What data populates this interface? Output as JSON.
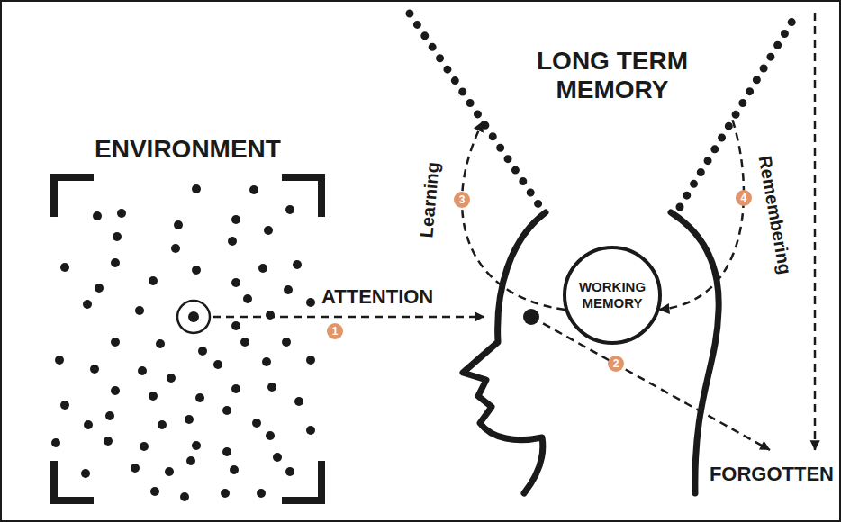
{
  "diagram": {
    "nodes": [
      {
        "text": [
          "ENVIRONMENT"
        ]
      },
      {
        "text": [
          "LONG TERM MEMORY"
        ]
      },
      {
        "text": [
          "WORKING MEMORY"
        ]
      }
    ],
    "edges": [
      {
        "from": 2,
        "to": 1,
        "arrow": "to",
        "label": "Learning"
      },
      {
        "from": 1,
        "to": 2,
        "arrow": "to",
        "label": "Remembering"
      }
    ],
    "labels": [
      "ATTENTION",
      "1",
      "2",
      "3",
      "4",
      "FORGOTTEN"
    ]
  }
}
